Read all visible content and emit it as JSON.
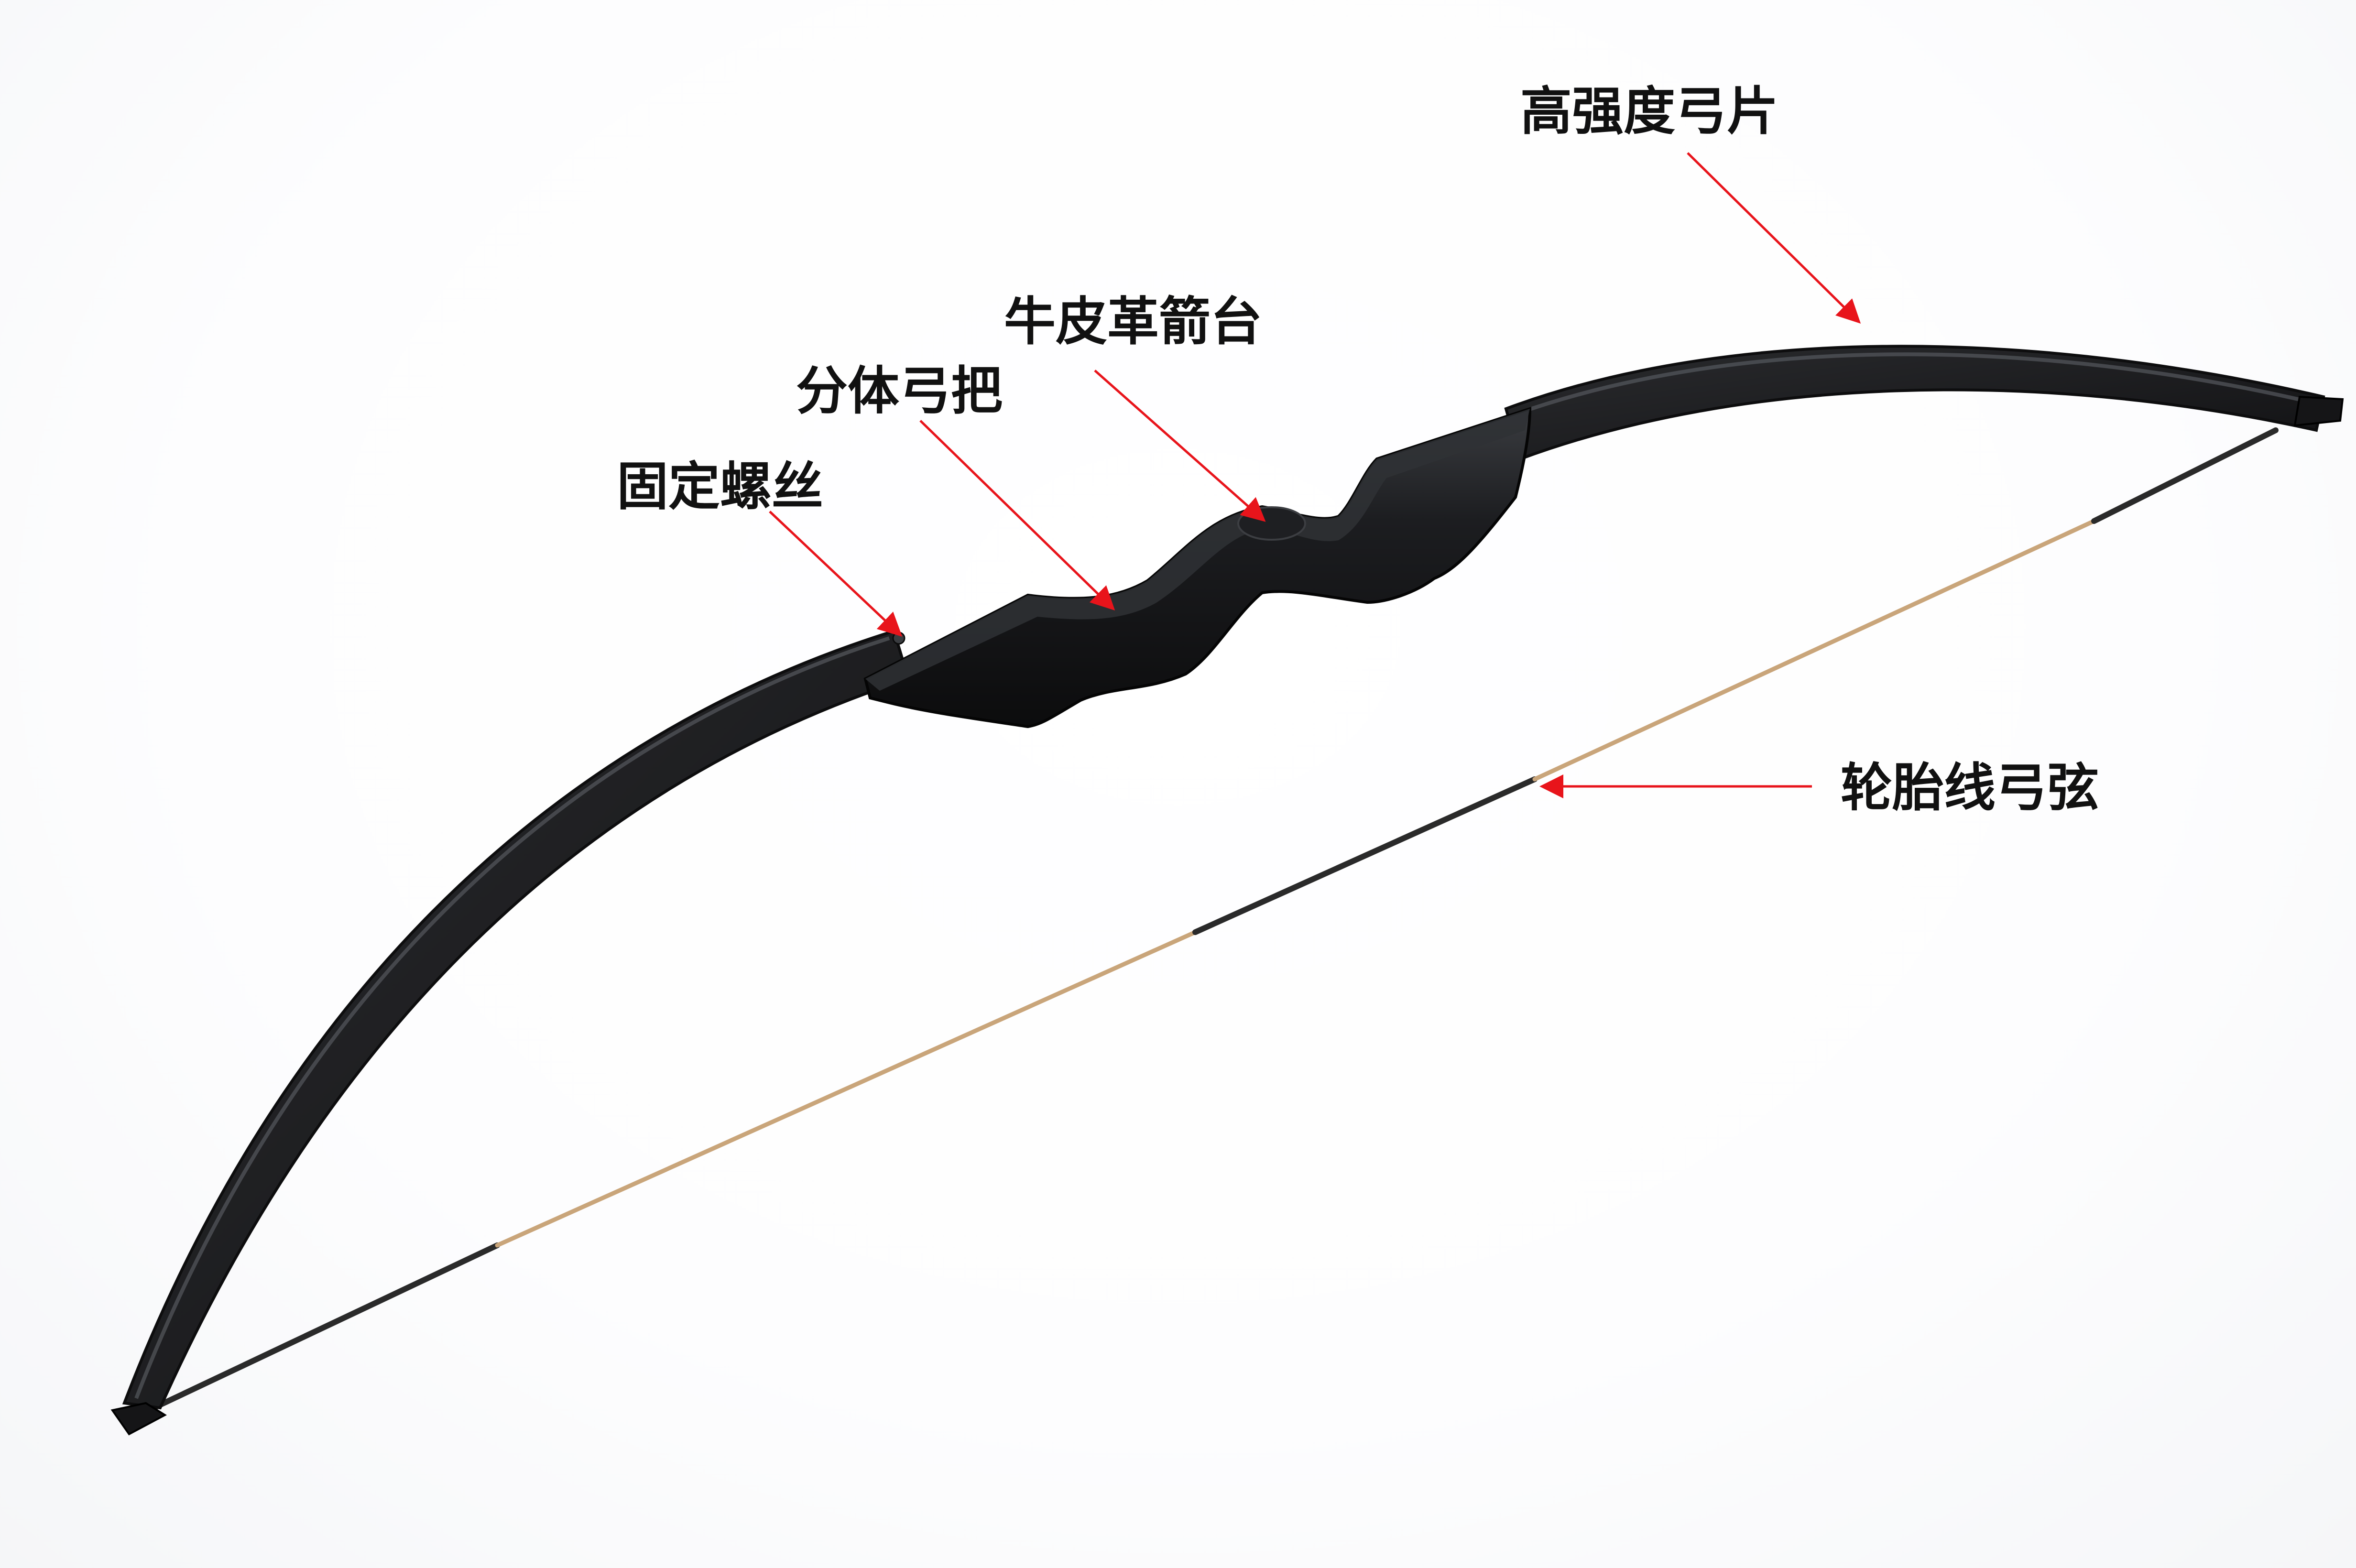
{
  "labels": {
    "limb": "高强度弓片",
    "arrow_rest": "牛皮革箭台",
    "riser": "分体弓把",
    "screw": "固定螺丝",
    "string": "轮胎线弓弦"
  },
  "colors": {
    "bow_body": "#1a1a1c",
    "bow_highlight": "#4a4d52",
    "string_tan": "#c9a57a",
    "string_dark": "#2a2a2a",
    "arrow": "#e8141b",
    "label_text": "#111111",
    "background": "#ffffff"
  }
}
